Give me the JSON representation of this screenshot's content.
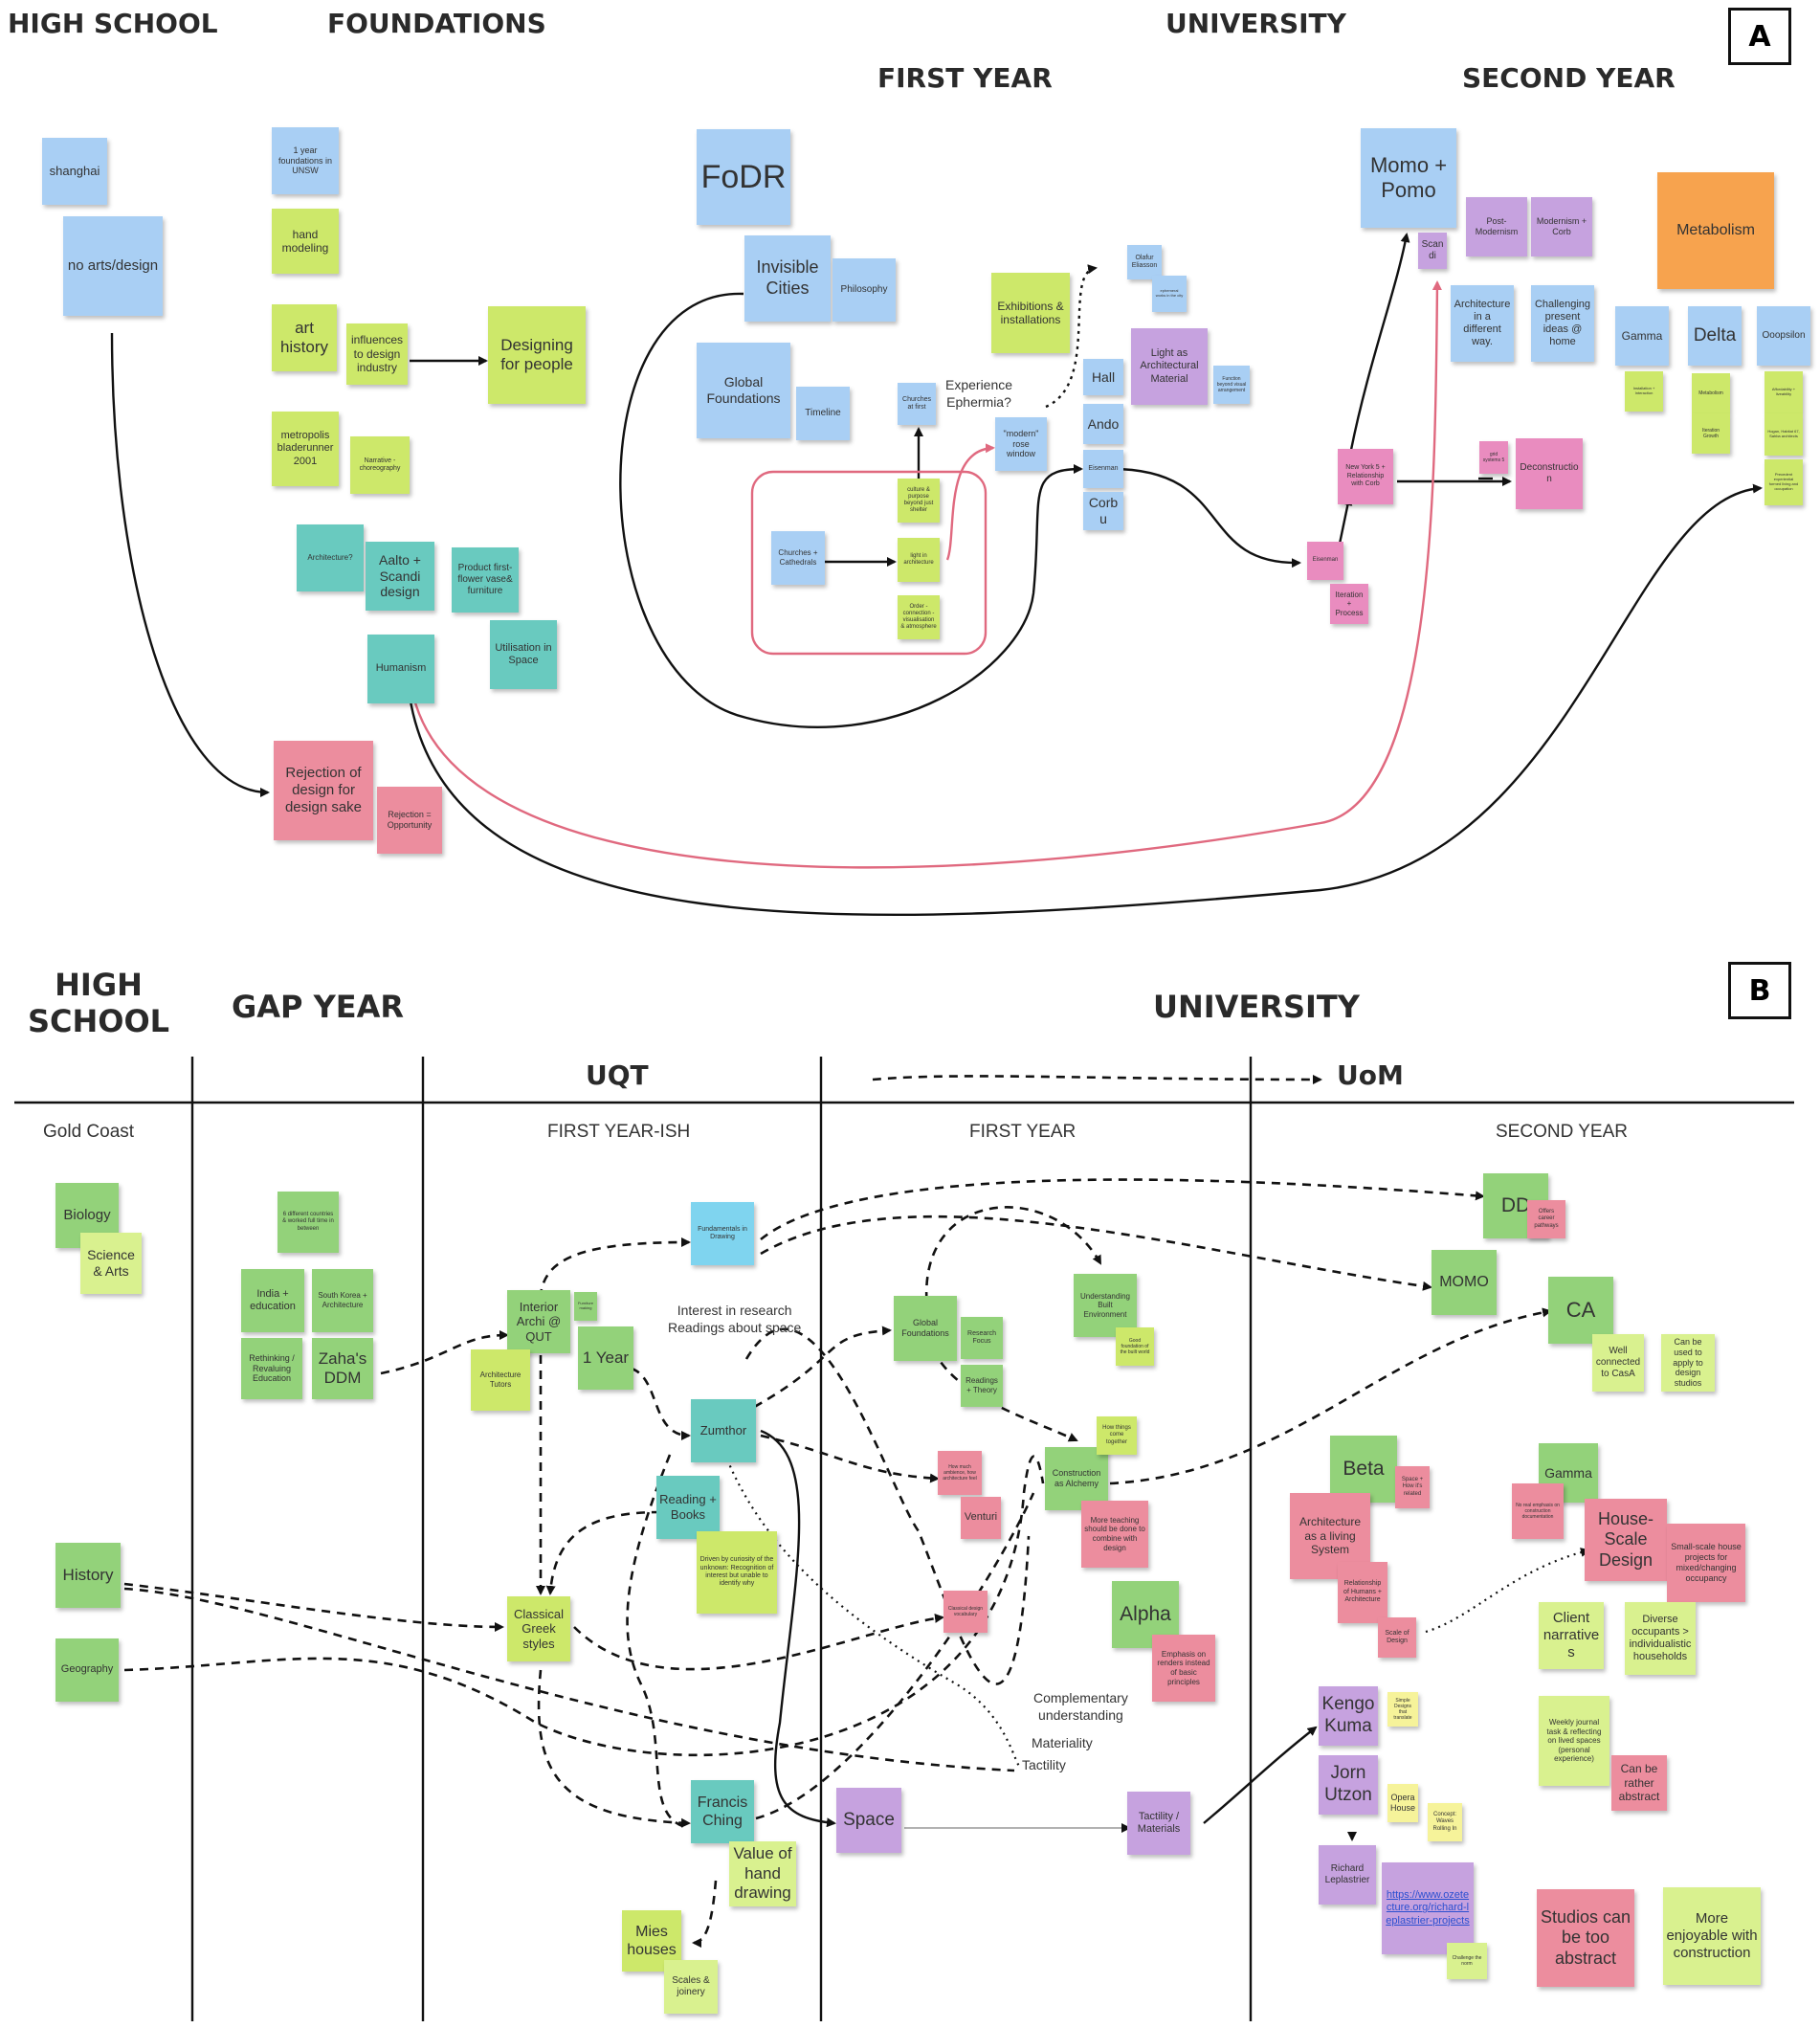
{
  "colors": {
    "blue": "#a9cff4",
    "lime": "#cde86a",
    "teal": "#69cabf",
    "pink": "#ec8d9e",
    "purple": "#c6a2df",
    "magenta": "#e98cbf",
    "orange": "#f7a34e",
    "green": "#93d27a",
    "cyan": "#7fd4ef",
    "yellow": "#f6f39a",
    "lightgreen": "#d9f18f",
    "outline": "#e0697f"
  },
  "panelA": {
    "badge": "A",
    "headers": [
      "HIGH SCHOOL",
      "FOUNDATIONS",
      "UNIVERSITY",
      "FIRST YEAR",
      "SECOND YEAR"
    ],
    "annotations": [
      "Experience\nEphermia?"
    ],
    "notes": [
      {
        "t": "shanghai",
        "c": "blue"
      },
      {
        "t": "no arts/design",
        "c": "blue"
      },
      {
        "t": "1 year foundations in UNSW",
        "c": "blue"
      },
      {
        "t": "hand modeling",
        "c": "lime"
      },
      {
        "t": "art history",
        "c": "lime"
      },
      {
        "t": "influences to design industry",
        "c": "lime"
      },
      {
        "t": "Designing for people",
        "c": "lime"
      },
      {
        "t": "metropolis bladerunner 2001",
        "c": "lime"
      },
      {
        "t": "Narrative - choreography",
        "c": "lime"
      },
      {
        "t": "Architecture?",
        "c": "teal"
      },
      {
        "t": "Aalto + Scandi design",
        "c": "teal"
      },
      {
        "t": "Product first- flower vase& furniture",
        "c": "teal"
      },
      {
        "t": "Utilisation in Space",
        "c": "teal"
      },
      {
        "t": "Humanism",
        "c": "teal"
      },
      {
        "t": "Rejection of design for design sake",
        "c": "pink"
      },
      {
        "t": "Rejection = Opportunity",
        "c": "pink"
      },
      {
        "t": "FoDR",
        "c": "blue"
      },
      {
        "t": "Invisible Cities",
        "c": "blue"
      },
      {
        "t": "Philosophy",
        "c": "blue"
      },
      {
        "t": "Global Foundations",
        "c": "blue"
      },
      {
        "t": "Timeline",
        "c": "blue"
      },
      {
        "t": "Churches at first",
        "c": "blue"
      },
      {
        "t": "\"modern\" rose window",
        "c": "blue"
      },
      {
        "t": "Churches + Cathedrals",
        "c": "blue"
      },
      {
        "t": "culture & purpose beyond just shelter",
        "c": "lime"
      },
      {
        "t": "light in architecture",
        "c": "lime"
      },
      {
        "t": "Order - connection - visualisation & atmosphere",
        "c": "lime"
      },
      {
        "t": "Exhibitions & installations",
        "c": "lime"
      },
      {
        "t": "Olafur Eliasson",
        "c": "blue"
      },
      {
        "t": "ephemeral works in the city",
        "c": "blue"
      },
      {
        "t": "Light as Architectural Material",
        "c": "purple"
      },
      {
        "t": "Function beyond visual arrangement",
        "c": "blue"
      },
      {
        "t": "Hall",
        "c": "blue"
      },
      {
        "t": "Ando",
        "c": "blue"
      },
      {
        "t": "Eisenman",
        "c": "blue"
      },
      {
        "t": "Corbu",
        "c": "blue"
      },
      {
        "t": "Momo + Pomo",
        "c": "blue"
      },
      {
        "t": "Scandi",
        "c": "purple"
      },
      {
        "t": "Post-Modernism",
        "c": "purple"
      },
      {
        "t": "Modernism + Corb",
        "c": "purple"
      },
      {
        "t": "Architecture in a different way.",
        "c": "blue"
      },
      {
        "t": "Challenging present ideas @ home",
        "c": "blue"
      },
      {
        "t": "Metabolism",
        "c": "orange"
      },
      {
        "t": "Gamma",
        "c": "blue"
      },
      {
        "t": "Delta",
        "c": "blue"
      },
      {
        "t": "Ooopsilon",
        "c": "blue"
      },
      {
        "t": "Installation + Interaction",
        "c": "lime"
      },
      {
        "t": "Metabolism",
        "c": "lime"
      },
      {
        "t": "Iteration Growth",
        "c": "lime"
      },
      {
        "t": "Affordability + liveability",
        "c": "lime"
      },
      {
        "t": "Hogan, Habitat 67, Sahba architects",
        "c": "lime"
      },
      {
        "t": "Precedent experiential formed living and occupation",
        "c": "lime"
      },
      {
        "t": "New York 5 + Relationship with Corb",
        "c": "magenta"
      },
      {
        "t": "grid systems 5",
        "c": "magenta"
      },
      {
        "t": "Deconstruction",
        "c": "magenta"
      },
      {
        "t": "Eisenman",
        "c": "magenta"
      },
      {
        "t": "Iteration + Process",
        "c": "magenta"
      }
    ]
  },
  "panelB": {
    "badge": "B",
    "headers": [
      "HIGH SCHOOL",
      "GAP YEAR",
      "UNIVERSITY",
      "UQT",
      "UoM"
    ],
    "columns": [
      "Gold Coast",
      "FIRST YEAR-ISH",
      "FIRST YEAR",
      "SECOND YEAR"
    ],
    "annotations": [
      "Interest in research\nReadings about space",
      "Complementary\nunderstanding",
      "Materiality",
      "Tactility"
    ],
    "notes": [
      {
        "t": "Biology",
        "c": "green"
      },
      {
        "t": "Science & Arts",
        "c": "lightgreen"
      },
      {
        "t": "History",
        "c": "green"
      },
      {
        "t": "Geography",
        "c": "green"
      },
      {
        "t": "6 different countries & worked full time in between",
        "c": "green"
      },
      {
        "t": "India + education",
        "c": "green"
      },
      {
        "t": "South Korea + Architecture",
        "c": "green"
      },
      {
        "t": "Rethinking / Revaluing Education",
        "c": "green"
      },
      {
        "t": "Zaha's DDM",
        "c": "green"
      },
      {
        "t": "Interior Archi @ QUT",
        "c": "green"
      },
      {
        "t": "Furniture making",
        "c": "green"
      },
      {
        "t": "1 Year",
        "c": "green"
      },
      {
        "t": "Architecture Tutors",
        "c": "lime"
      },
      {
        "t": "Fundamentals in Drawing",
        "c": "cyan"
      },
      {
        "t": "Zumthor",
        "c": "teal"
      },
      {
        "t": "Reading + Books",
        "c": "teal"
      },
      {
        "t": "Driven by curiosity of the unknown: Recognition of interest but unable to identify why",
        "c": "lime"
      },
      {
        "t": "Classical Greek styles",
        "c": "lime"
      },
      {
        "t": "Francis Ching",
        "c": "teal"
      },
      {
        "t": "Value of hand drawing",
        "c": "lightgreen"
      },
      {
        "t": "Mies houses",
        "c": "lime"
      },
      {
        "t": "Scales & joinery",
        "c": "lightgreen"
      },
      {
        "t": "Global Foundations",
        "c": "green"
      },
      {
        "t": "Research Focus",
        "c": "green"
      },
      {
        "t": "Readings + Theory",
        "c": "green"
      },
      {
        "t": "Understanding Built Environment",
        "c": "green"
      },
      {
        "t": "Good foundation of the built world",
        "c": "lime"
      },
      {
        "t": "How much ambience, how architecture feel",
        "c": "pink"
      },
      {
        "t": "Venturi",
        "c": "pink"
      },
      {
        "t": "Classical design vocabulary",
        "c": "pink"
      },
      {
        "t": "Construction as Alchemy",
        "c": "green"
      },
      {
        "t": "How things come together",
        "c": "lime"
      },
      {
        "t": "More teaching should be done to combine with design",
        "c": "pink"
      },
      {
        "t": "Alpha",
        "c": "green"
      },
      {
        "t": "Emphasis on renders instead of basic principles",
        "c": "pink"
      },
      {
        "t": "Space",
        "c": "purple"
      },
      {
        "t": "Tactility / Materials",
        "c": "purple"
      },
      {
        "t": "DD",
        "c": "green"
      },
      {
        "t": "Offers career pathways",
        "c": "pink"
      },
      {
        "t": "MOMO",
        "c": "green"
      },
      {
        "t": "CA",
        "c": "green"
      },
      {
        "t": "Well connected to CasA",
        "c": "lightgreen"
      },
      {
        "t": "Can be used to apply to design studios",
        "c": "lightgreen"
      },
      {
        "t": "Beta",
        "c": "green"
      },
      {
        "t": "Space + How it's related",
        "c": "pink"
      },
      {
        "t": "Architecture as a living System",
        "c": "pink"
      },
      {
        "t": "Relationship of Humans + Architecture",
        "c": "pink"
      },
      {
        "t": "Scale of Design",
        "c": "pink"
      },
      {
        "t": "Gamma",
        "c": "green"
      },
      {
        "t": "No real emphasis on construction documentation",
        "c": "pink"
      },
      {
        "t": "House-Scale Design",
        "c": "pink"
      },
      {
        "t": "Small-scale house projects for mixed/changing occupancy",
        "c": "pink"
      },
      {
        "t": "Client narratives",
        "c": "lightgreen"
      },
      {
        "t": "Diverse occupants > individualistic households",
        "c": "lightgreen"
      },
      {
        "t": "Weekly journal task & reflecting on lived spaces (personal experience)",
        "c": "lightgreen"
      },
      {
        "t": "Can be rather abstract",
        "c": "pink"
      },
      {
        "t": "Kengo Kuma",
        "c": "purple"
      },
      {
        "t": "Simple Designs that translate",
        "c": "yellow"
      },
      {
        "t": "Jorn Utzon",
        "c": "purple"
      },
      {
        "t": "Opera House",
        "c": "yellow"
      },
      {
        "t": "Concept: Waves Rolling In",
        "c": "yellow"
      },
      {
        "t": "Richard Leplastrier",
        "c": "purple"
      },
      {
        "t": "https://www.ozetecture.org/richard-leplastrier-projects",
        "c": "purple"
      },
      {
        "t": "Challenge the norm",
        "c": "lightgreen"
      },
      {
        "t": "Studios can be too abstract",
        "c": "pink"
      },
      {
        "t": "More enjoyable with construction",
        "c": "lightgreen"
      }
    ]
  }
}
